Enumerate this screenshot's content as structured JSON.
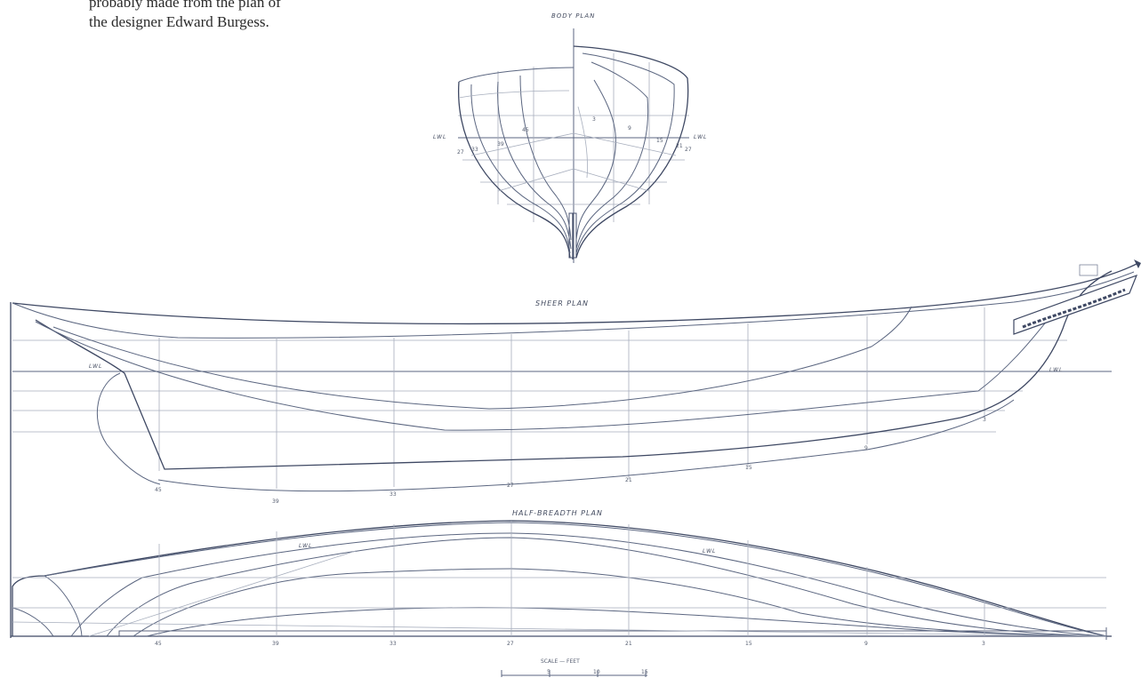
{
  "caption": {
    "line1": "probably made from the plan of",
    "line2": "the designer Edward Burgess."
  },
  "body_plan": {
    "title": "BODY PLAN",
    "lwl_left": "LWL",
    "lwl_right": "LWL",
    "station_labels": [
      "45",
      "39",
      "33",
      "27",
      "3",
      "9",
      "15",
      "21",
      "27"
    ]
  },
  "sheer_plan": {
    "title": "SHEER PLAN",
    "lwl_left": "LWL",
    "lwl_right": "LWL",
    "station_labels": [
      "45",
      "39",
      "33",
      "27",
      "21",
      "15",
      "9",
      "3"
    ]
  },
  "half_breadth_plan": {
    "title": "HALF-BREADTH PLAN",
    "lwl_left": "LWL",
    "lwl_right": "LWL",
    "station_labels": [
      "45",
      "39",
      "33",
      "27",
      "21",
      "15",
      "9",
      "3"
    ]
  },
  "scale_bar": {
    "label": "SCALE — FEET",
    "ticks": [
      "",
      "5",
      "10",
      "15"
    ]
  },
  "colors": {
    "ink": "#5b6680",
    "text": "#2a2a2a"
  }
}
